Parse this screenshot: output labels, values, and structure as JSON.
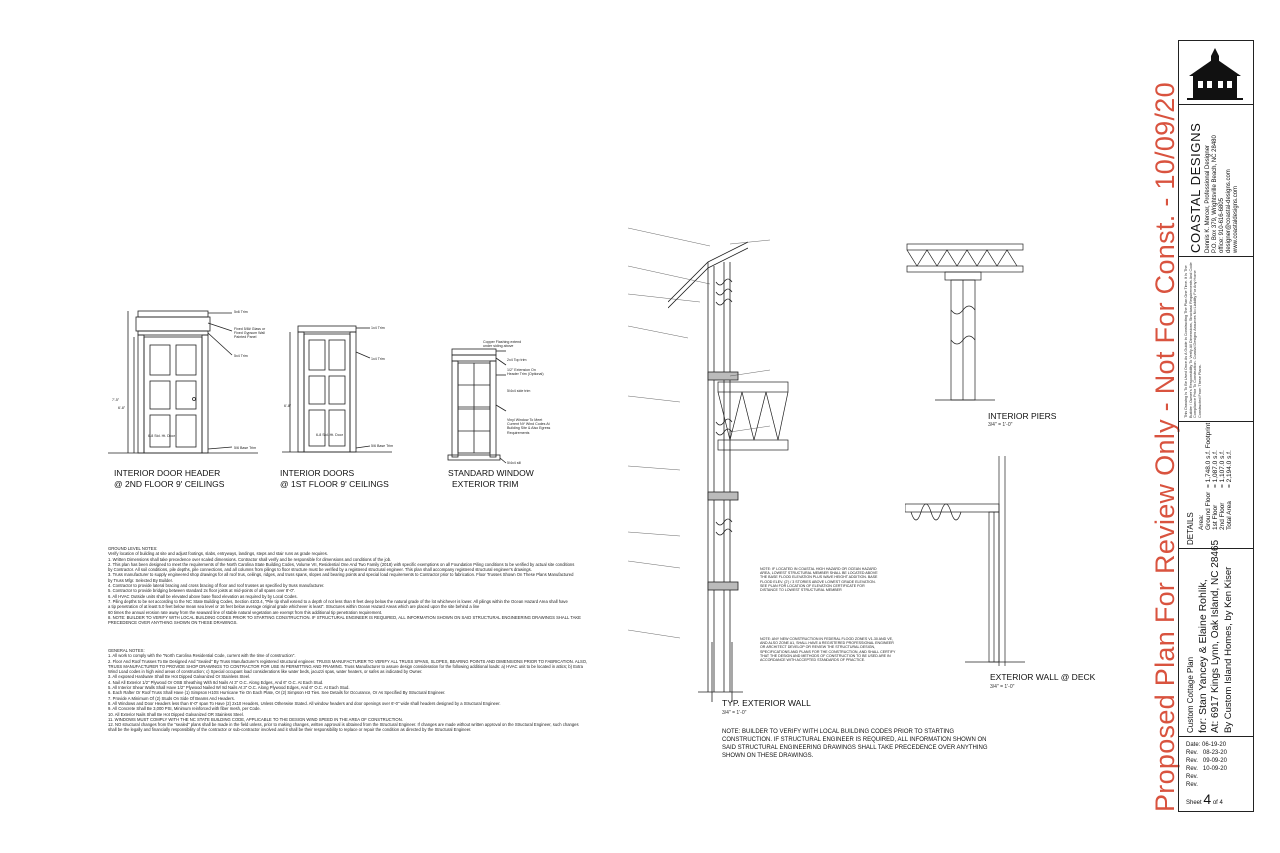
{
  "watermark": "Proposed Plan For Review Only - Not For Const. - 10/09/20",
  "title_block": {
    "company": "COASTAL DESIGNS",
    "designer_lines": [
      "Dennis K. Mercer, Professional Designer",
      "P.O. Box 379, Wrightsville Beach, NC 28480",
      "office: 910-616-6805",
      "designer@coastal-designs.com",
      "www.coastaldesigns.com"
    ],
    "disclaimer": "This Drawing Is To Be Used Once As A Guide In Constructing The Plan One Time. It Is The Builder / Owner's Responsibility To Verify All Dimensions, Structural Requirements And Code Compliance Prior To Construction. Coastal Designs Assumes No Liability For Any Home Constructed From These Plans.",
    "details_label": "DETAILS",
    "area_label": "Area:",
    "area_rows": [
      {
        "label": "Ground Floor",
        "value": "= 1,748.0 s.f. Footprint"
      },
      {
        "label": "1st Floor",
        "value": "= 1,087.0 s.f."
      },
      {
        "label": "2nd Floor",
        "value": "= 1,107.0 s.f."
      },
      {
        "label": "Total Area",
        "value": "= 2,194.0 s.f."
      }
    ],
    "project_lines": [
      "Custom Cottage Plan",
      "for: Stan Yancey & Elaine Rohlik,",
      "At: 6917 Kings Lynn, Oak Island, NC 28465",
      "By Custom Island Homes, by Ken Kiser"
    ],
    "dates": [
      {
        "label": "Date:",
        "value": "06-19-20"
      },
      {
        "label": "Rev.",
        "value": "08-23-20"
      },
      {
        "label": "Rev.",
        "value": "09-09-20"
      },
      {
        "label": "Rev.",
        "value": "10-09-20"
      },
      {
        "label": "Rev.",
        "value": ""
      },
      {
        "label": "Rev.",
        "value": ""
      }
    ],
    "sheet_label": "Sheet",
    "sheet_number": "4",
    "sheet_of": "of 4"
  },
  "details": {
    "door_header": {
      "title1": "INTERIOR DOOR HEADER",
      "title2": "@ 2ND FLOOR 9' CEILINGS",
      "callouts": [
        "5x6 Trim",
        "Fixed 5/8# Glass or Fixed Gypsum Wall Painted Panel",
        "5x4 Trim",
        "5/6 Base Trim"
      ],
      "door_label": "6-8 Std. Ht. Door",
      "dims": [
        "7'-5\"",
        "6'-8\""
      ]
    },
    "interior_doors": {
      "title1": "INTERIOR DOORS",
      "title2": "@ 1ST FLOOR 9' CEILINGS",
      "callouts": [
        "1x4 Trim",
        "1x4 Trim",
        "5/6 Base Trim"
      ],
      "door_label": "6-8 Std. Ht. Door",
      "dims": [
        "6'-8\""
      ]
    },
    "window_trim": {
      "title1": "STANDARD WINDOW",
      "title2": "EXTERIOR TRIM",
      "callouts": [
        "Copper Flashing extend under siding above",
        "2x4 Top trim",
        "1/2\" Extension On Header Trim (Optional)",
        "5/4x4 side trim",
        "Vinyl Window To Meet Current NY Wind Codes At Building Site & Also Egress Requirements",
        "5/4x4 sill"
      ]
    },
    "exterior_wall": {
      "title": "TYP. EXTERIOR WALL",
      "scale": "3/4\" = 1'-0\"",
      "note_a": "NOTE: IF LOCATED IN COASTAL HIGH HAZARD OR OCEAN HAZARD AREA, LOWEST STRUCTURAL MEMBER SHALL BE LOCATED ABOVE THE BASE FLOOD ELEVATION PLUS WAVE HEIGHT ADDITION. BASE FLOOD ELEV. (2') / 3 STORIES ABOVE LOWEST GRADE ELEVATION. SEE PLAN FOR LOCATION OF ELEVATION CERTIFICATE FOR DISTANCE TO LOWEST STRUCTURAL MEMBER",
      "note_b": "NOTE: ANY NEW CONSTRUCTION IN FEDERAL FLOOD ZONES V1-30 AND VE, AND ALSO ZONE A1, SHALL HAVE A REGISTERED PROFESSIONAL ENGINEER OR ARCHITECT DEVELOP OR REVIEW THE STRUCTURAL DESIGN, SPECIFICATIONS AND PLANS FOR THE CONSTRUCTION, AND SHALL CERTIFY THAT THE DESIGN AND METHODS OF CONSTRUCTION TO BE USED ARE IN ACCORDANCE WITH ACCEPTED STANDARDS OF PRACTICE."
    },
    "interior_piers": {
      "title": "INTERIOR PIERS",
      "scale": "3/4\" = 1'-0\""
    },
    "exterior_wall_deck": {
      "title": "EXTERIOR WALL @ DECK",
      "scale": "3/4\" = 1'-0\""
    }
  },
  "builder_note": "NOTE: BUILDER TO VERIFY WITH LOCAL BUILDING CODES PRIOR TO STARTING CONSTRUCTION. IF STRUCTURAL ENGINEER IS REQUIRED, ALL INFORMATION SHOWN ON SAID STRUCTURAL ENGINEERING DRAWINGS SHALL TAKE PRECEDENCE OVER ANYTHING SHOWN ON THESE DRAWINGS.",
  "ground_notes_title": "GROUND LEVEL NOTES:",
  "ground_notes": [
    "Verify location of building at site and adjust footings, slabs, entryways, landings, steps and stair runs as grade requires.",
    "1.  Written Dimensions shall take precedence over scaled dimensions. Contractor shall verify and be responsible for dimensions and conditions of the job.",
    "2.  This plan has been designed to meet the requirements of the North Carolina State Building Codes, Volume VII, Residential One And Two Family (2018) with specific exemptions on all Foundation Piling conditions to be verified by actual site conditions",
    "by Contractor. All soil conditions, pile depths, pile connections, and all columns from pilings to floor structure must be verified by a registered structural engineer. This plan shall accompany registered structural engineer's drawings.",
    "3.  Truss manufacturer to supply engineered shop drawings for all roof trus, ceilings, ridges, and truss spans, slopes and bearing points and special load requirements to Contractor prior to fabrication. Floor Trusses Shown On These Plans Manufactured",
    "by Truss Mfgr. Selected By Builder.",
    "4.  Contractor to provide lateral bracing and cross bracing of floor and roof trusses as specified by truss manufacturer.",
    "5.  Contractor to provide bridging between standard 2x floor joists at mid-points of all spans over 8'-0\".",
    "6.  All HVAC Outside units shall be elevated above base flood elevation as required by by Local Codes.",
    "7.  Piling depths to be set according to the NC State Building Codes, Section 4103.4, \"Pile tip shall extend to a depth of not less than 8 feet deep below the natural grade of the lot whichever is lower. All pilings within the Ocean Hazard Area shall have",
    "a tip penetration of at least 5.0 feet below mean sea level or 16 feet below average original grade whichever is least\". Structures within Ocean Hazard Areas which are placed upon the site behind a line",
    "60 times the annual erosion rate away from the seaward line of stable natural vegetation are exempt from this additional tip penetration requirement.",
    "8.  NOTE: BUILDER TO VERIFY WITH LOCAL BUILDING CODES PRIOR TO STARTING CONSTRUCTION. IF STRUCTURAL ENGINEER IS REQUIRED, ALL INFORMATION SHOWN ON SAID STRUCTURAL ENGINEERING DRAWINGS SHALL TAKE",
    "PRECEDENCE OVER ANYTHING SHOWN ON THESE DRAWINGS."
  ],
  "general_notes_title": "GENERAL NOTES:",
  "general_notes": [
    "1.  All work to comply with the \"North Carolina Residential Code, current with the time of construction\".",
    "2.  Floor And Roof Trusses To Be Designed And \"Sealed\" By Truss Manufacturer's registered structural engineer. TRUSS MANUFACTURER TO VERIFY ALL TRUSS SPANS, SLOPES, BEARING POINTS AND DIMENSIONS PRIOR TO FABRICATION. ALSO,",
    "TRUSS MANUFACTURER TO PROVIDE SHOP DRAWINGS TO CONTRACTOR FOR USE IN PERMITTING AND FRAMING. Truss Manufacturer to assure design consideration for the following additional loads: a) HVAC unit to be located in attics; b) Extra",
    "Wind Load codes in high wind areas of construction; c) Special occupant load considerations like water beds, jacuzzi spas, water heaters, or safes as indicated by Owner.",
    "3.  All exposed Hardware Shall Be Hot Dipped Galvanized Or Stainless Steel.",
    "4.  Nail All Exterior 1/2\" Plywood Or OSB Sheathing With 8d Nails At 3\" O.C. Along Edges, And 6\" O.C. At Each Stud.",
    "5.  All Interior Shear Walls Shall Have 1/2\" Plywood Nailed W/ 8d Nails At 3\" O.C. Along Plywood Edges, And 6\" O.C. At Each Stud.",
    "6.  Each Rafter Or Roof Truss Shall Have (1) Simpson H10S Hurricane Tie On Each Plate, Or (2) Simpson H3 Ties. See Details for Occurance, Or As Specified By Structural Engineer.",
    "7.  Provide A Minimum Of (2) Studs On Side Of Beams And Headers.",
    "8.  All Windows and Door Headers less than 6'-0\" span To Have (2) 2x10 Headers, Unless Otherwise Stated. All window headers and door openings over 6'-0\" wide shall headers designed by a Structural Engineer.",
    "9.  All Concrete Shall Be 3,000 PSI, Minimum reinforced with fiber mesh, per Code.",
    "10. All Exterior Nails Shall Be Hot Dipped Galvanized OR Stainless Steel.",
    "11. WINDOWS MUST COMPLY WITH THE NC STATE BUILDING CODE, APPLICABLE TO THE DESIGN WIND SPEED IN THE AREA OF CONSTRUCTION.",
    "12. NO structural changes from the \"sealed\" plans shall be made in the field unless, prior to making changes, written approval is obtained from the Structural Engineer. If changes are made without written approval on the Structural Engineer, such changes",
    "shall be the legally and financially responsibility of the contractor or sub-contractor involved and it shall be their responsibility to replace or repair the condition as directed by the Structural Engineer."
  ],
  "colors": {
    "watermark": "#d9533f",
    "ink": "#111111",
    "bg": "#ffffff"
  }
}
